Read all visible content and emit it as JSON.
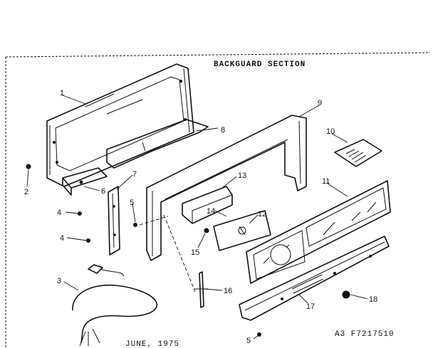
{
  "title": "BACKGUARD SECTION",
  "date": "JUNE, 1975",
  "code": "A3 F7217510",
  "callouts": [
    "1",
    "2",
    "3",
    "4",
    "4",
    "5",
    "5",
    "6",
    "7",
    "8",
    "9",
    "10",
    "11",
    "12",
    "13",
    "14",
    "15",
    "16",
    "17",
    "18"
  ]
}
